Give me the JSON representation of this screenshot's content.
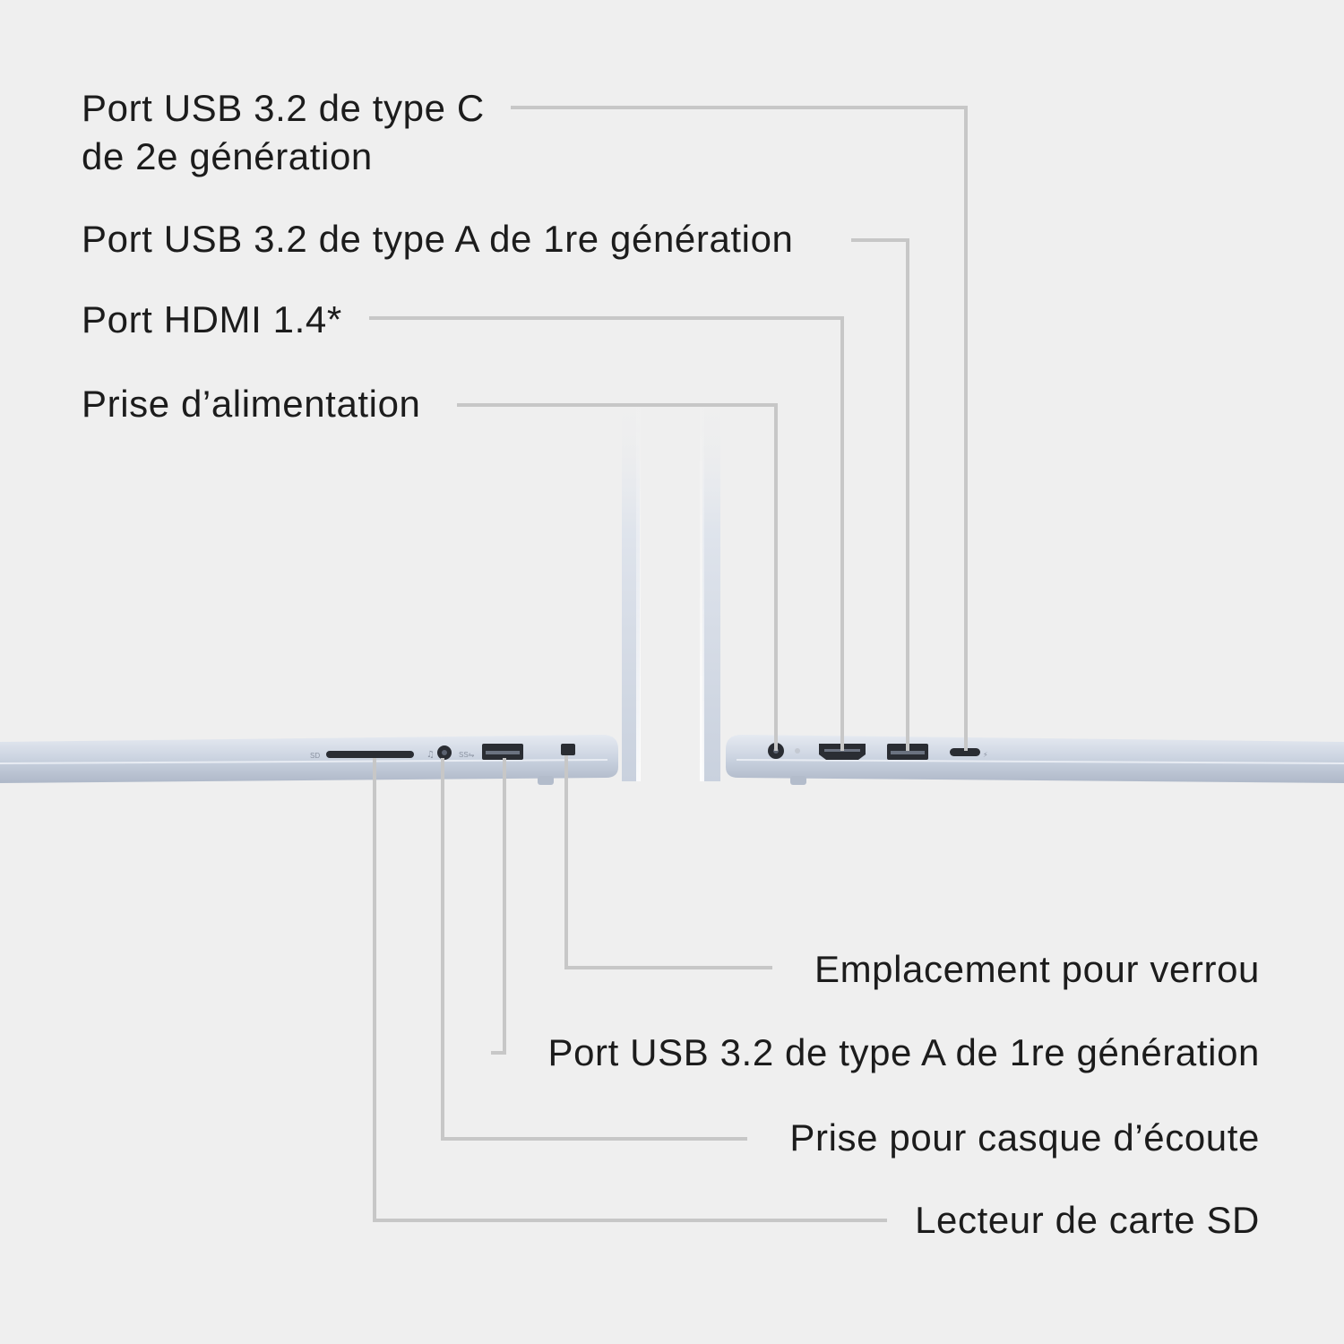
{
  "left_labels": [
    {
      "id": "usb-c",
      "lines": [
        "Port USB 3.2 de type C",
        "de 2e génération"
      ]
    },
    {
      "id": "usb-a-right",
      "lines": [
        "Port USB 3.2 de type A de 1re génération"
      ]
    },
    {
      "id": "hdmi",
      "lines": [
        "Port HDMI 1.4*"
      ]
    },
    {
      "id": "power",
      "lines": [
        "Prise d’alimentation"
      ]
    }
  ],
  "right_labels": [
    {
      "id": "lock",
      "lines": [
        "Emplacement pour verrou"
      ]
    },
    {
      "id": "usb-a-left",
      "lines": [
        "Port USB 3.2 de type A de 1re génération"
      ]
    },
    {
      "id": "headphone",
      "lines": [
        "Prise pour casque d’écoute"
      ]
    },
    {
      "id": "sd",
      "lines": [
        "Lecteur de carte SD"
      ]
    }
  ],
  "colors": {
    "background": "#efefef",
    "text": "#1c1c1c",
    "leader_line": "#c7c7c7",
    "chassis": "#d3dae6",
    "port": "#2a2d33"
  }
}
